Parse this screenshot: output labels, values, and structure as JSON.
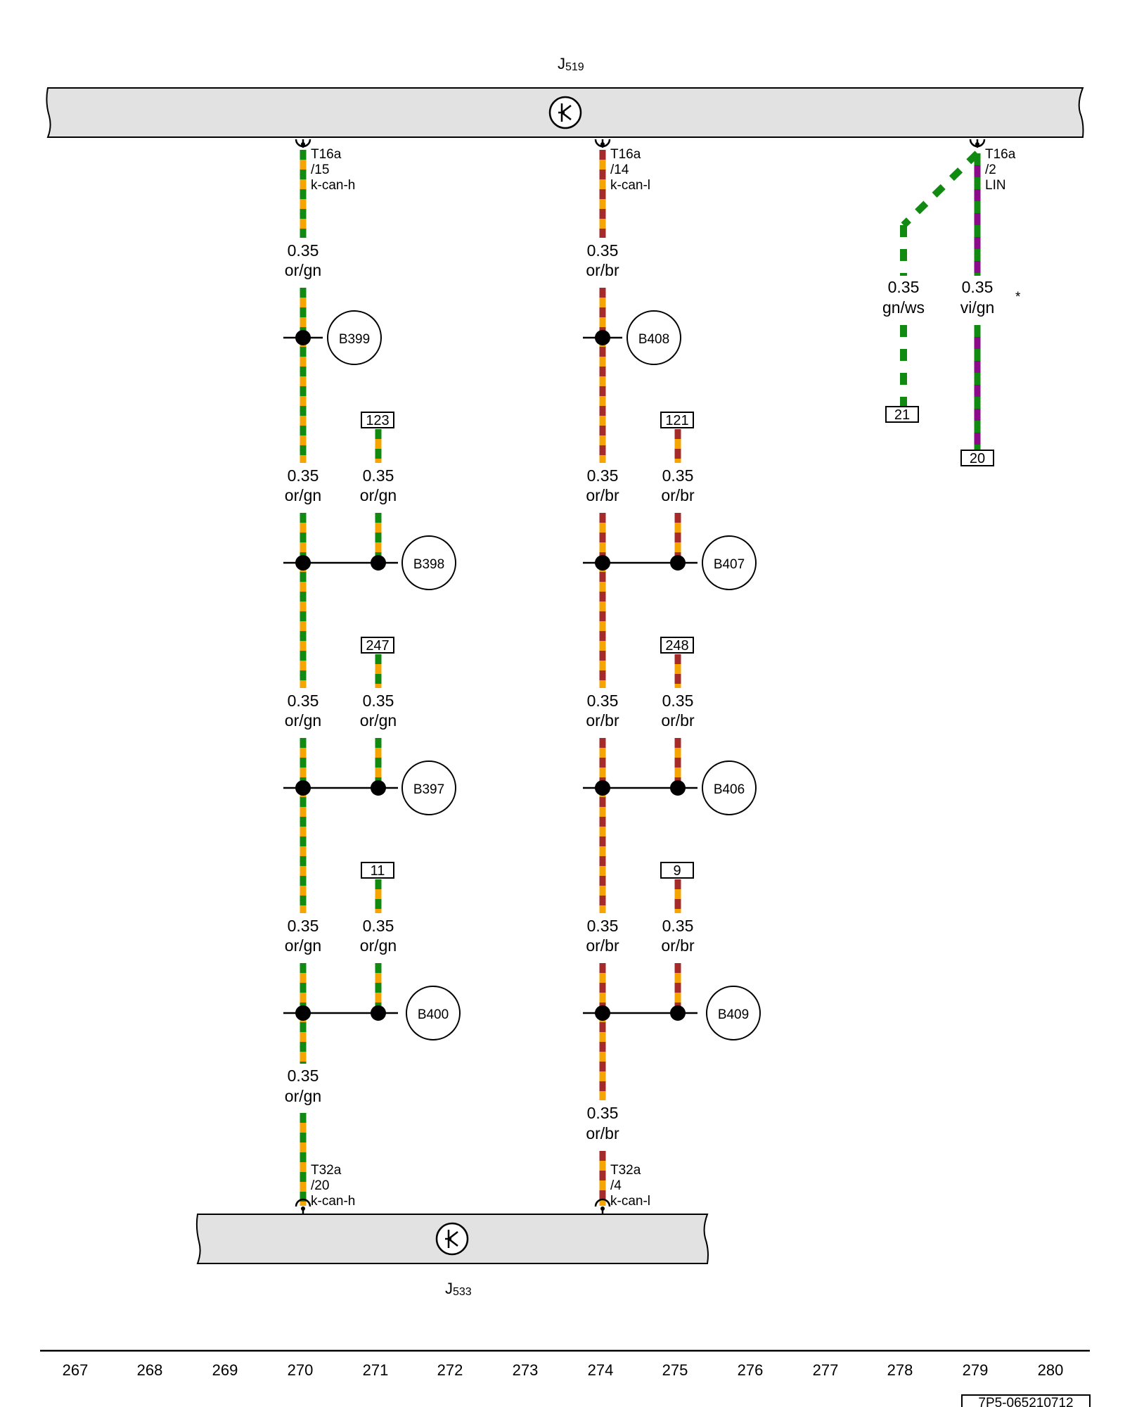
{
  "colors": {
    "orange": "#f5a400",
    "green": "#118a11",
    "brown": "#a52a2a",
    "violet": "#8a0a8a",
    "white": "#ffffff",
    "module_fill": "#e2e2e2"
  },
  "modules": {
    "top": {
      "name": "J",
      "sub": "519",
      "symbol": "transistor-symbol-icon"
    },
    "bottom": {
      "name": "J",
      "sub": "533",
      "symbol": "transistor-symbol-icon"
    }
  },
  "pins": {
    "j519_kcanh": [
      "T16a",
      "/15",
      "k-can-h"
    ],
    "j519_kcanl": [
      "T16a",
      "/14",
      "k-can-l"
    ],
    "j519_lin": [
      "T16a",
      "/2",
      "LIN"
    ],
    "j533_kcanh": [
      "T32a",
      "/20",
      "k-can-h"
    ],
    "j533_kcanl": [
      "T32a",
      "/4",
      "k-can-l"
    ]
  },
  "wire_labels": {
    "h1": [
      "0.35",
      "or/gn"
    ],
    "h2": [
      "0.35",
      "or/gn"
    ],
    "h3": [
      "0.35",
      "or/gn"
    ],
    "h4": [
      "0.35",
      "or/gn"
    ],
    "h5": [
      "0.35",
      "or/gn"
    ],
    "h2b": [
      "0.35",
      "or/gn"
    ],
    "h3b": [
      "0.35",
      "or/gn"
    ],
    "h4b": [
      "0.35",
      "or/gn"
    ],
    "l1": [
      "0.35",
      "or/br"
    ],
    "l2": [
      "0.35",
      "or/br"
    ],
    "l3": [
      "0.35",
      "or/br"
    ],
    "l4": [
      "0.35",
      "or/br"
    ],
    "l5": [
      "0.35",
      "or/br"
    ],
    "l2b": [
      "0.35",
      "or/br"
    ],
    "l3b": [
      "0.35",
      "or/br"
    ],
    "l4b": [
      "0.35",
      "or/br"
    ],
    "lin_a": [
      "0.35",
      "gn/ws"
    ],
    "lin_b": [
      "0.35",
      "vi/gn"
    ]
  },
  "asterisk": "*",
  "splices": {
    "h1": "B399",
    "h2": "B398",
    "h3": "B397",
    "h4": "B400",
    "l1": "B408",
    "l2": "B407",
    "l3": "B406",
    "l4": "B409"
  },
  "refs": {
    "h_a": "123",
    "h_b": "247",
    "h_c": "11",
    "l_a": "121",
    "l_b": "248",
    "l_c": "9",
    "lin_a": "21",
    "lin_b": "20"
  },
  "columns": [
    "267",
    "268",
    "269",
    "270",
    "271",
    "272",
    "273",
    "274",
    "275",
    "276",
    "277",
    "278",
    "279",
    "280"
  ],
  "doc_id": "7P5-065210712"
}
